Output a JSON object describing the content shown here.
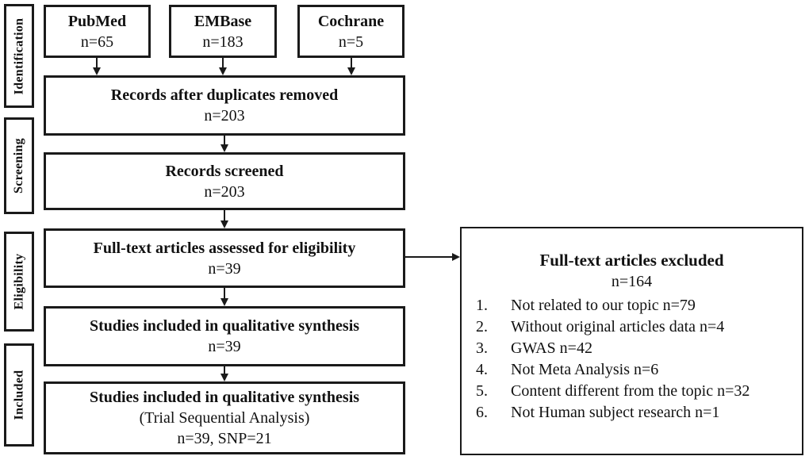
{
  "figure": {
    "stages": [
      "Identification",
      "Screening",
      "Eligibility",
      "Included"
    ],
    "sources": [
      {
        "name": "PubMed",
        "count": "n=65"
      },
      {
        "name": "EMBase",
        "count": "n=183"
      },
      {
        "name": "Cochrane",
        "count": "n=5"
      }
    ],
    "flow": [
      {
        "title": "Records after duplicates removed",
        "count": "n=203"
      },
      {
        "title": "Records screened",
        "count": "n=203"
      },
      {
        "title": "Full-text articles assessed for eligibility",
        "count": "n=39"
      },
      {
        "title": "Studies included in qualitative synthesis",
        "count": "n=39"
      },
      {
        "title": "Studies included in qualitative synthesis",
        "subtitle": "(Trial Sequential Analysis)",
        "count": "n=39, SNP=21"
      }
    ],
    "excluded": {
      "title": "Full-text articles excluded",
      "count": "n=164",
      "reasons": [
        "Not related to our topic n=79",
        "Without original articles data n=4",
        "GWAS n=42",
        "Not Meta Analysis n=6",
        "Content different from the topic n=32",
        "Not Human subject research n=1"
      ]
    },
    "colors": {
      "border": "#1a1a1a",
      "background": "#ffffff",
      "text": "#111111"
    }
  }
}
